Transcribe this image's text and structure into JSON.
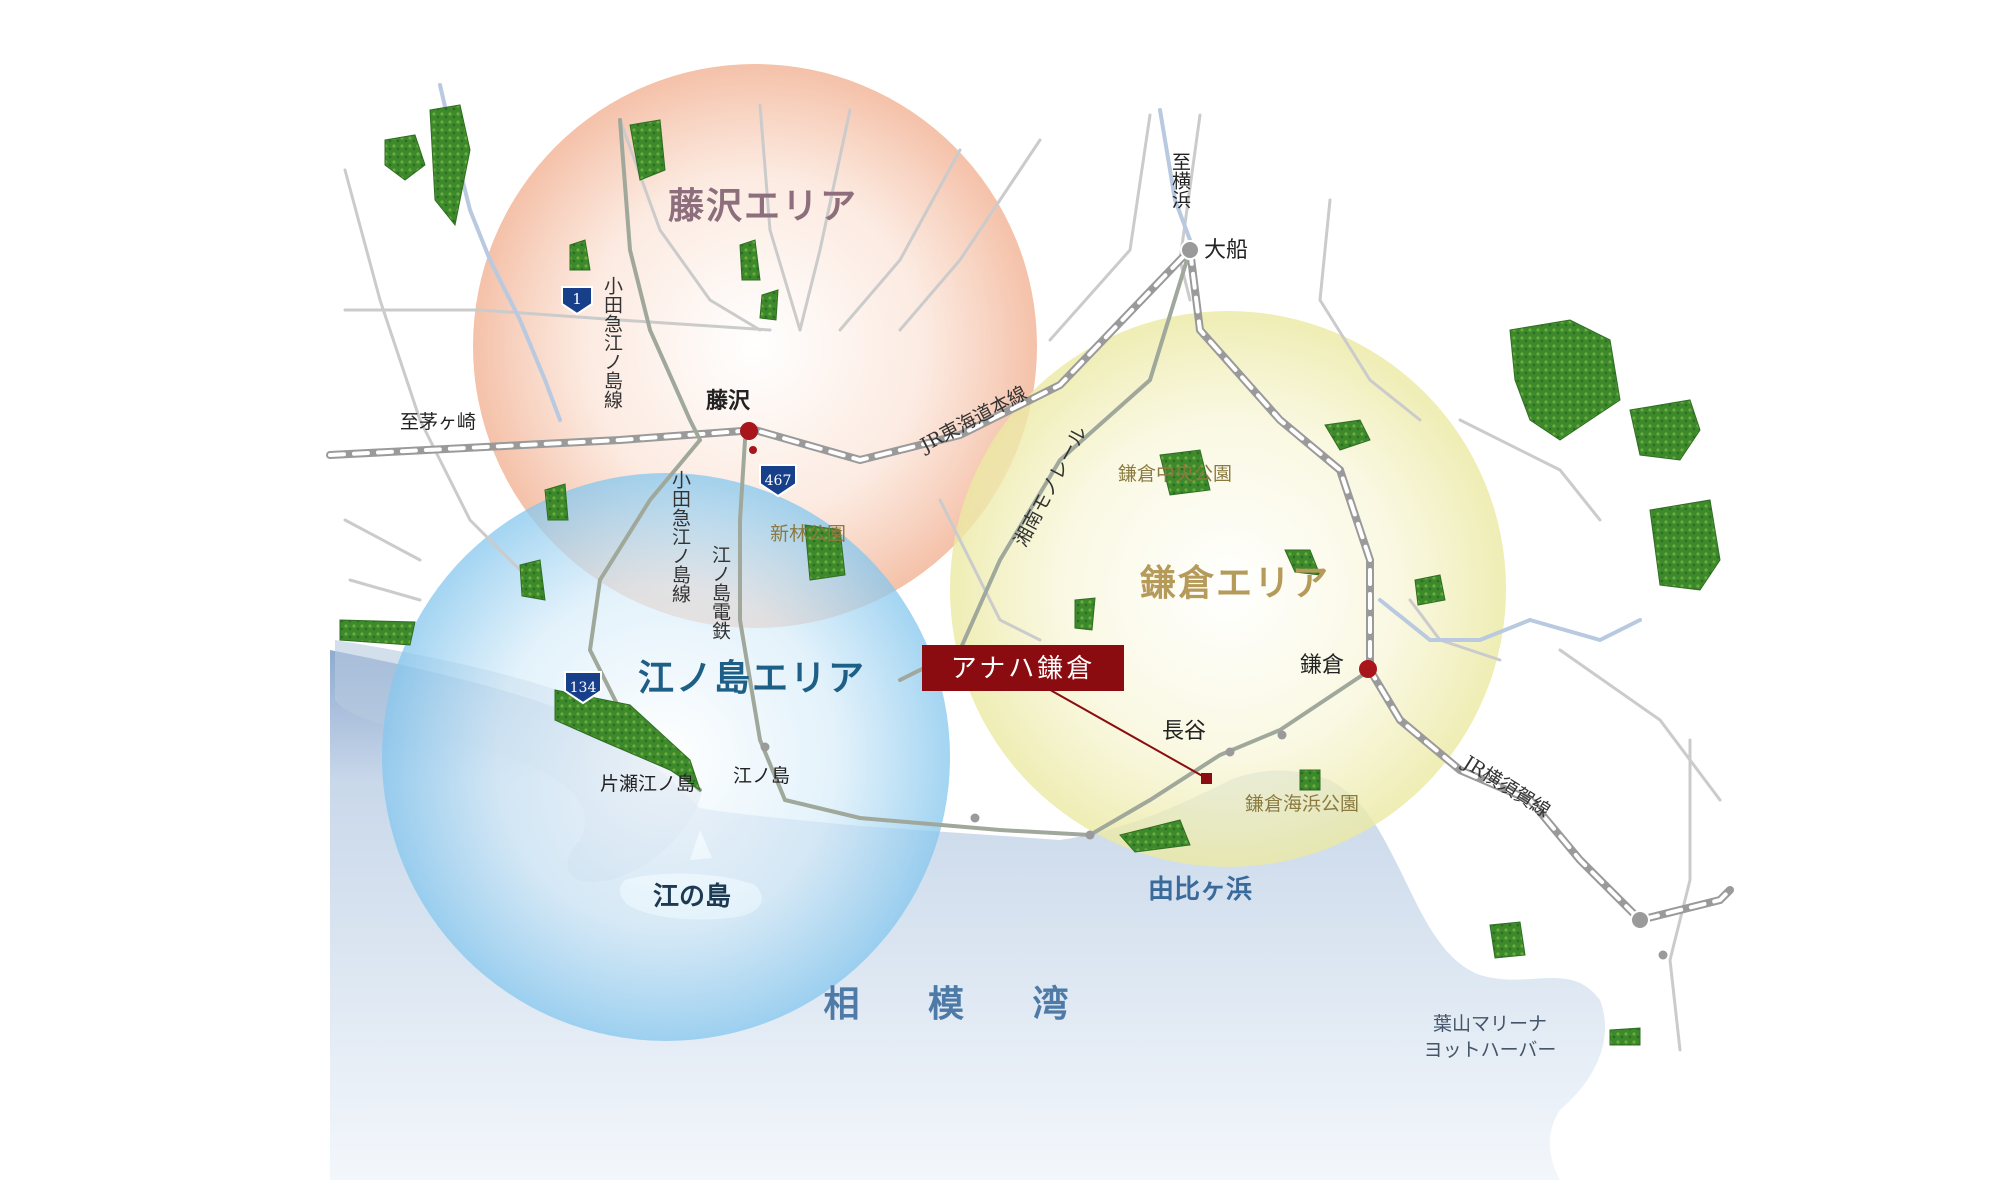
{
  "areas": {
    "fujisawa": "藤沢エリア",
    "enoshima": "江ノ島エリア",
    "kamakura": "鎌倉エリア"
  },
  "property": {
    "name": "アナハ鎌倉"
  },
  "stations": {
    "ofuna": "大船",
    "fujisawa": "藤沢",
    "kamakura": "鎌倉",
    "hase": "長谷",
    "enoshima": "江ノ島",
    "katase": "片瀬江ノ島"
  },
  "directions": {
    "to_chigasaki": "至茅ヶ崎",
    "to_yokohama": "至横浜"
  },
  "lines": {
    "odakyu_upper": "小田急江ノ島線",
    "odakyu_lower": "小田急江ノ島線",
    "enoden": "江ノ島電鉄",
    "jr_tokaido": "JR東海道本線",
    "shonan_monorail": "湘南モノレール",
    "jr_yokosuka": "JR横須賀線"
  },
  "roads": {
    "route1": "1",
    "route467": "467",
    "route134": "134"
  },
  "parks": {
    "shinbayashi": "新林公園",
    "kamakura_chuo": "鎌倉中央公園",
    "kamakura_kaihin": "鎌倉海浜公園"
  },
  "water": {
    "island": "江の島",
    "yuigahama": "由比ヶ浜",
    "sagami_bay": "相 模 湾",
    "hayama_marina_1": "葉山マリーナ",
    "hayama_marina_2": "ヨットハーバー"
  },
  "colors": {
    "fujisawa_circle": "#f3b596",
    "enoshima_circle": "#8ccbef",
    "kamakura_circle": "#eeeca8",
    "fujisawa_title": "#8c6e7c",
    "enoshima_title": "#1d5f86",
    "kamakura_title": "#b59a5a",
    "property_box": "#8b0c10",
    "station_red": "#a8151b",
    "route_blue": "#173f8a",
    "sea": "#9db5d4",
    "park_green": "#3f8a2e"
  }
}
